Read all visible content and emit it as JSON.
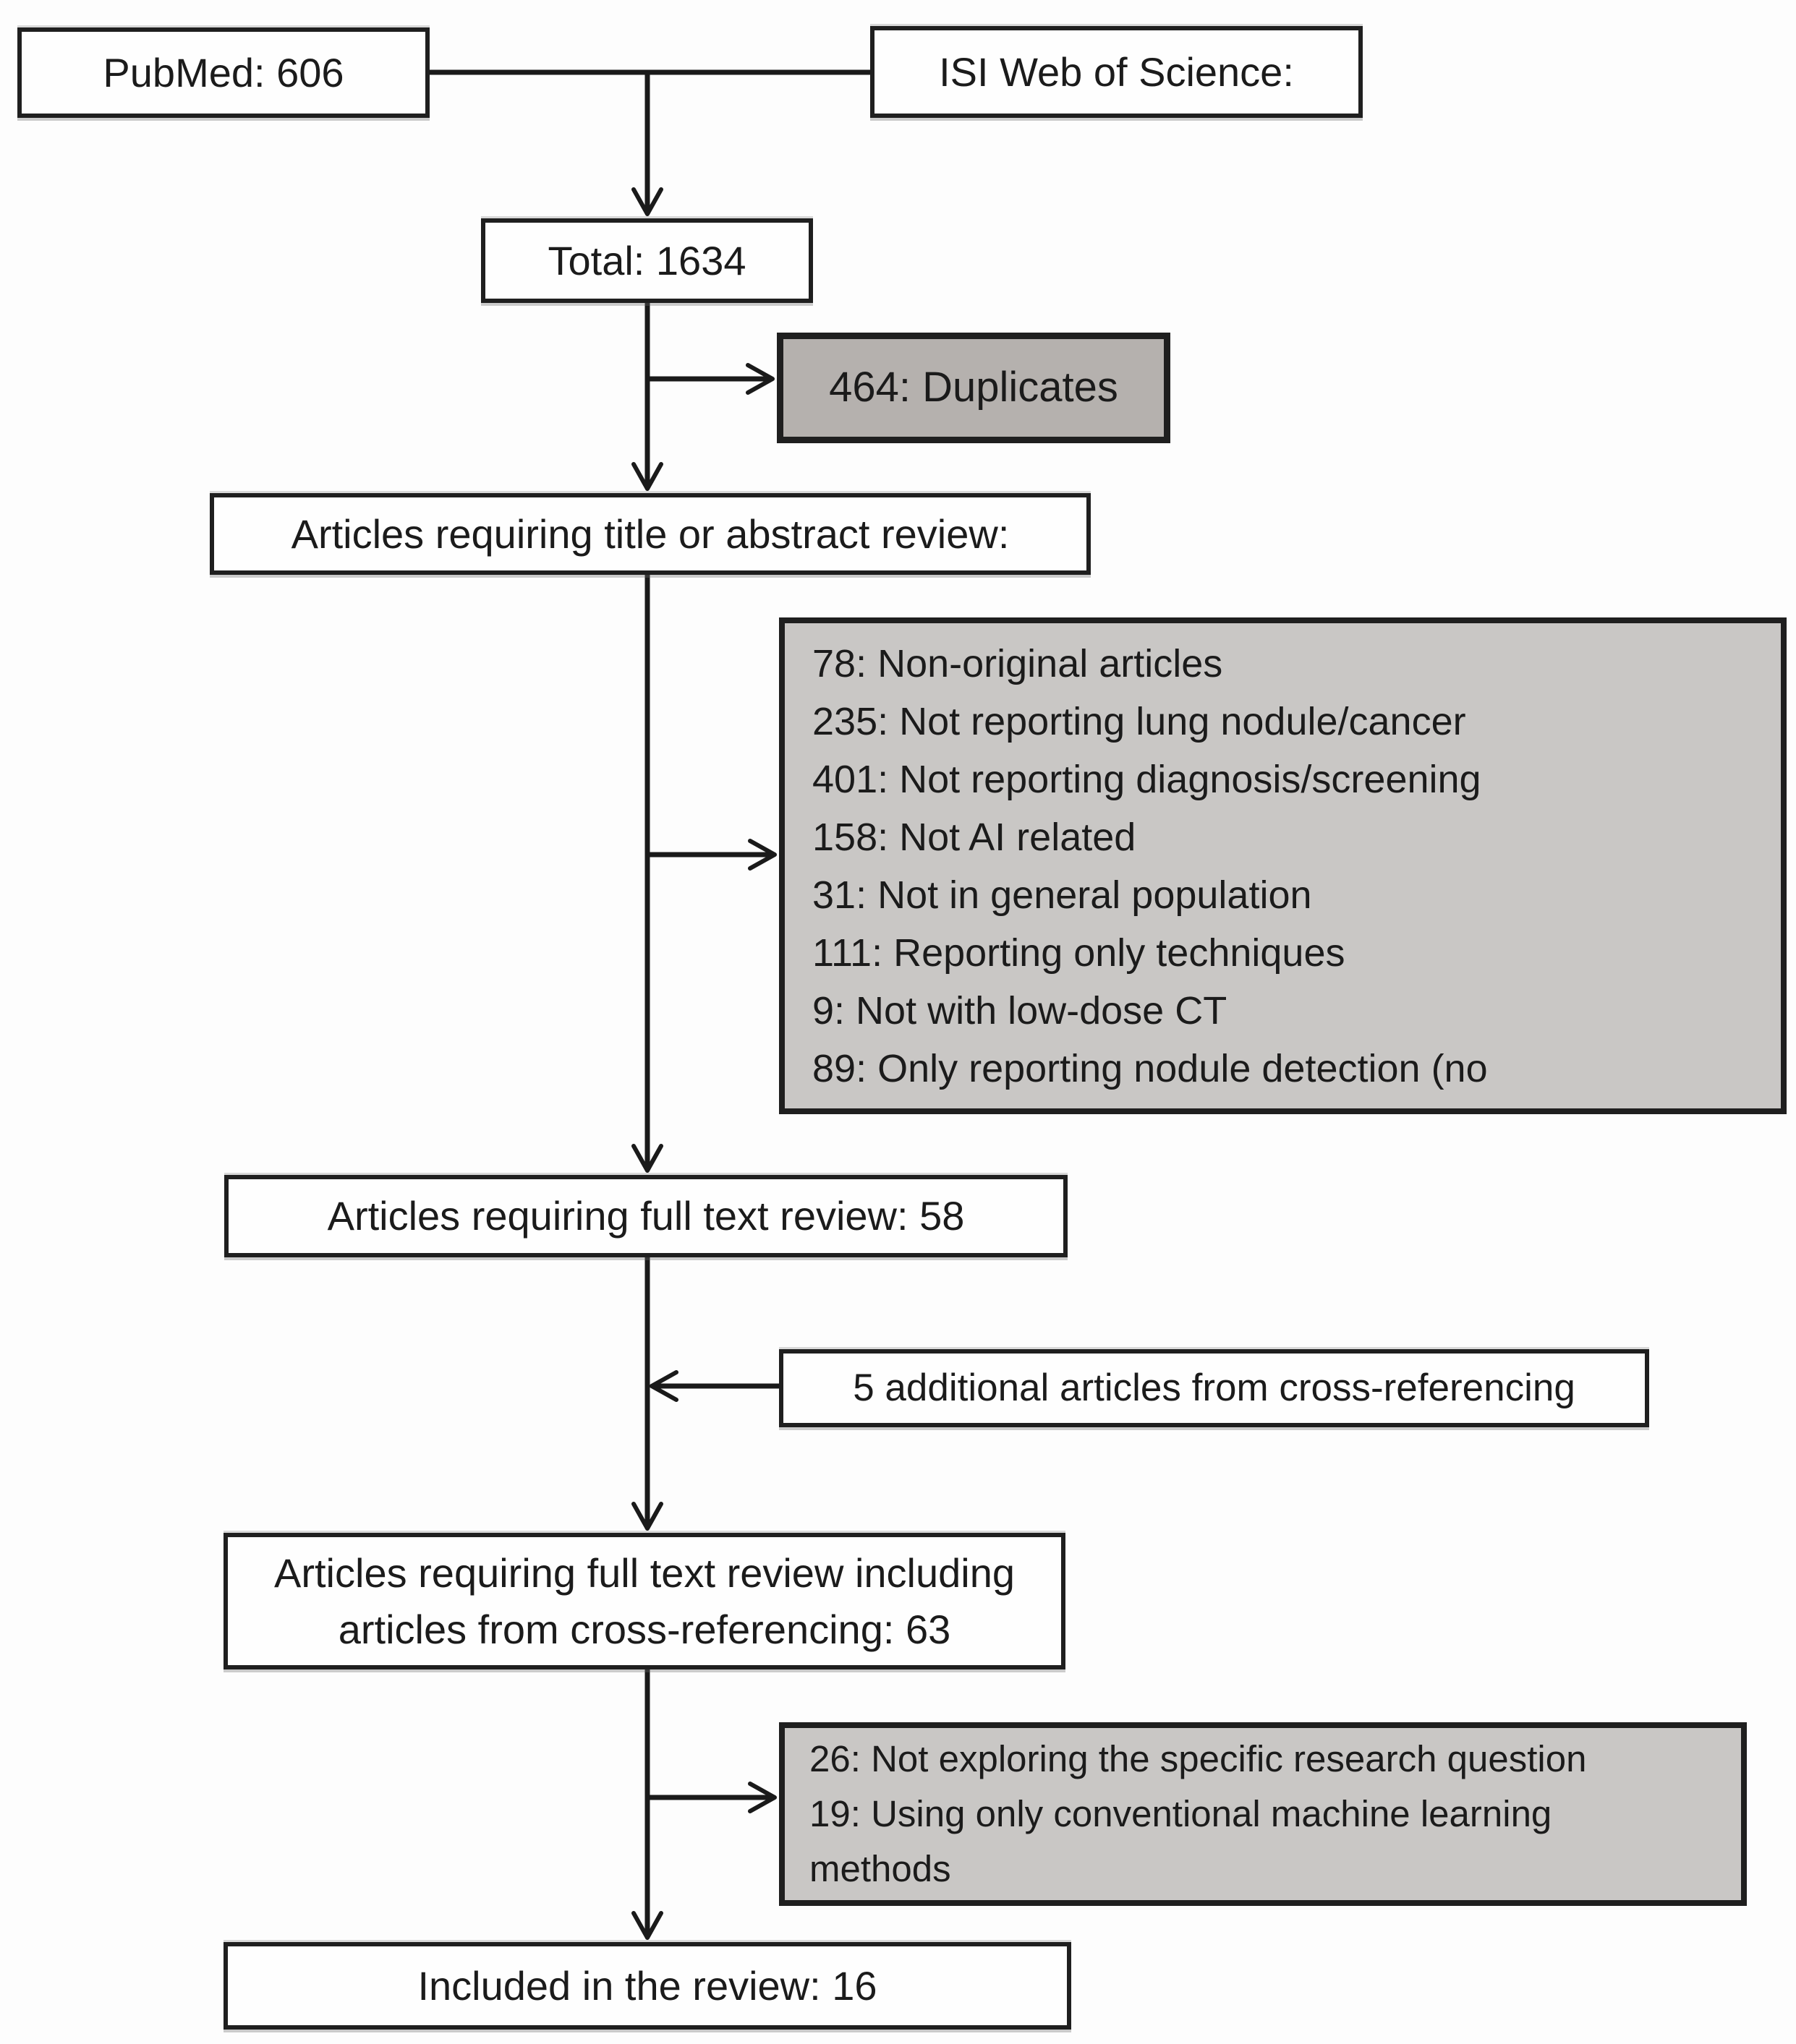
{
  "diagram": {
    "type": "flowchart",
    "description": "Article selection flow diagram for a systematic review",
    "colors": {
      "background": "#fdfdfd",
      "box_fill_white": "#fefefe",
      "box_fill_gray_dark": "#b5b1ae",
      "box_fill_gray_light": "#c9c7c5",
      "border": "#1f1f1f",
      "line": "#1a1a1a",
      "text": "#1b1b1b"
    },
    "boxes": {
      "pubmed": {
        "label": "PubMed: 606"
      },
      "isi": {
        "label": "ISI Web of Science:"
      },
      "total": {
        "label": "Total: 1634"
      },
      "duplicates": {
        "label": "464: Duplicates"
      },
      "title_abstract": {
        "label": "Articles requiring title or abstract review:"
      },
      "exclusions_1": {
        "items": [
          "78: Non-original articles",
          "235: Not reporting lung nodule/cancer",
          "401: Not reporting diagnosis/screening",
          "158: Not AI related",
          "31: Not in general population",
          "111: Reporting only techniques",
          "9: Not with low-dose CT",
          "89: Only reporting nodule detection (no"
        ]
      },
      "fulltext_58": {
        "label": "Articles requiring full text review: 58"
      },
      "crossref": {
        "label": "5 additional articles from cross-referencing"
      },
      "fulltext_63": {
        "lines": [
          "Articles requiring full text review including",
          "articles from cross-referencing: 63"
        ]
      },
      "exclusions_2": {
        "items": [
          "26: Not exploring the specific research question",
          "19: Using only conventional machine learning",
          "methods"
        ]
      },
      "included": {
        "label": "Included in the review: 16"
      }
    }
  }
}
